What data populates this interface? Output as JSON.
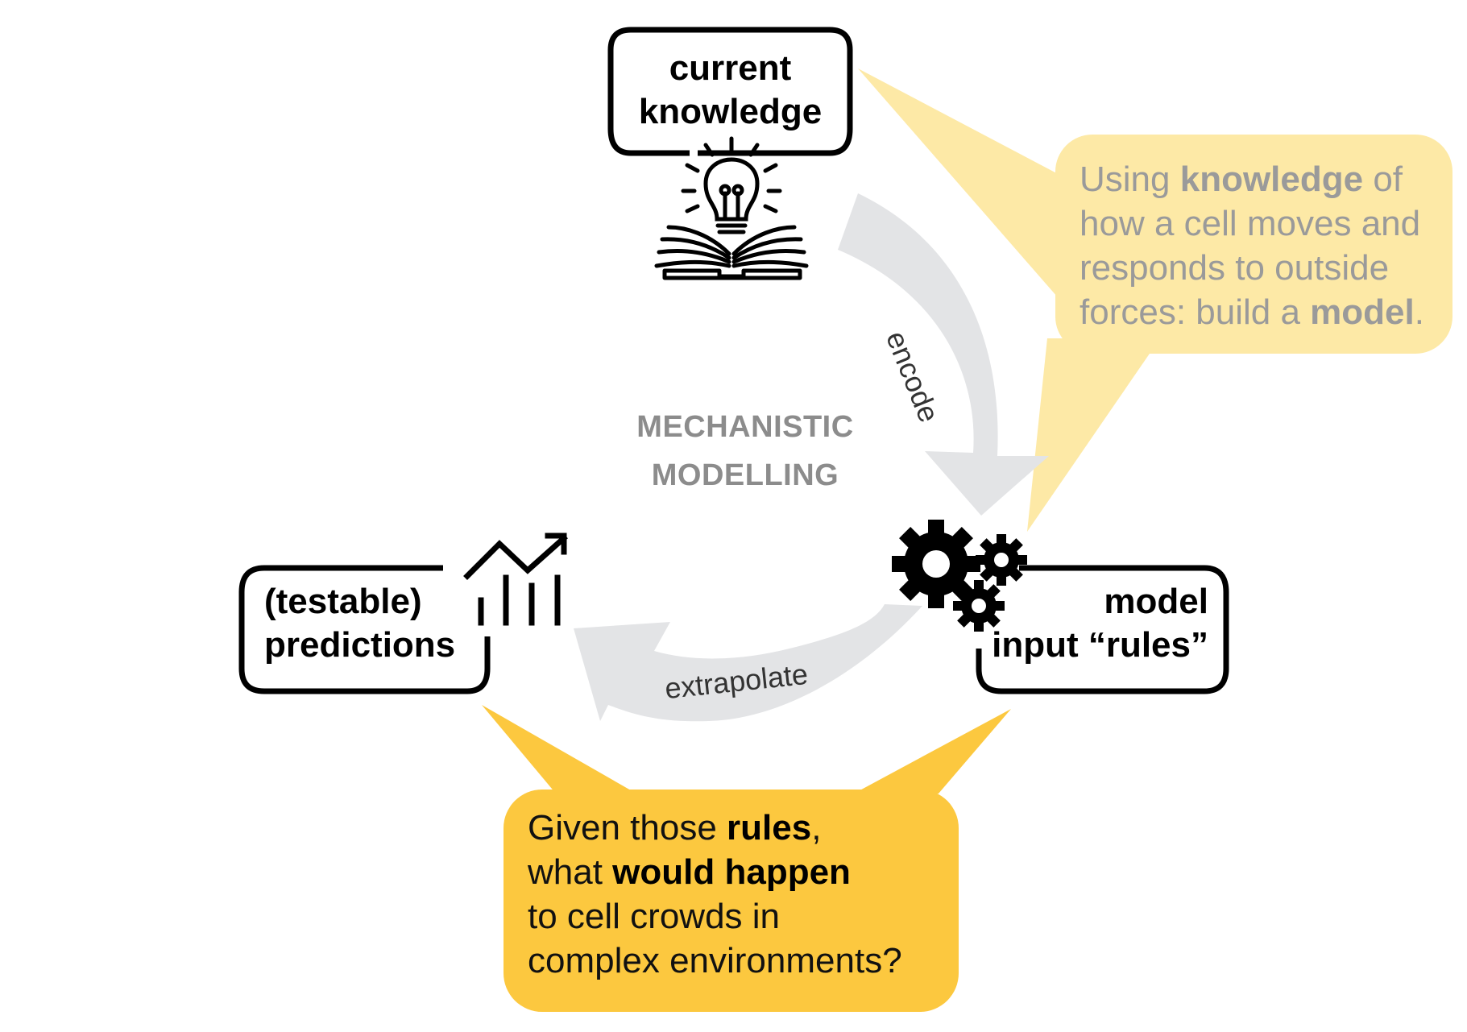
{
  "center": {
    "line1": "MECHANISTIC",
    "line2": "MODELLING"
  },
  "nodes": {
    "knowledge": {
      "line1": "current",
      "line2": "knowledge",
      "icon": "lightbulb-book-icon"
    },
    "model": {
      "line1": "model",
      "line2": "input “rules”",
      "icon": "gears-icon"
    },
    "predictions": {
      "line1": "(testable)",
      "line2": "predictions",
      "icon": "growth-chart-icon"
    }
  },
  "arrows": {
    "encode": "encode",
    "extrapolate": "extrapolate"
  },
  "callouts": {
    "top": {
      "l1a": "Using ",
      "l1b": "knowledge",
      "l1c": " of",
      "l2": "how a cell moves and",
      "l3": "responds to outside",
      "l4a": "forces: build a ",
      "l4b": "model",
      "l4c": "."
    },
    "bottom": {
      "l1a": "Given those ",
      "l1b": "rules",
      "l1c": ",",
      "l2a": "what ",
      "l2b": "would happen",
      "l3": "to cell crowds in",
      "l4": "complex environments?"
    }
  },
  "colors": {
    "callout_light": "#fde9a6",
    "callout_strong": "#fcc83f",
    "arrow_gray": "#e3e4e6",
    "outline": "#000000",
    "center_text": "#8c8c8c"
  }
}
